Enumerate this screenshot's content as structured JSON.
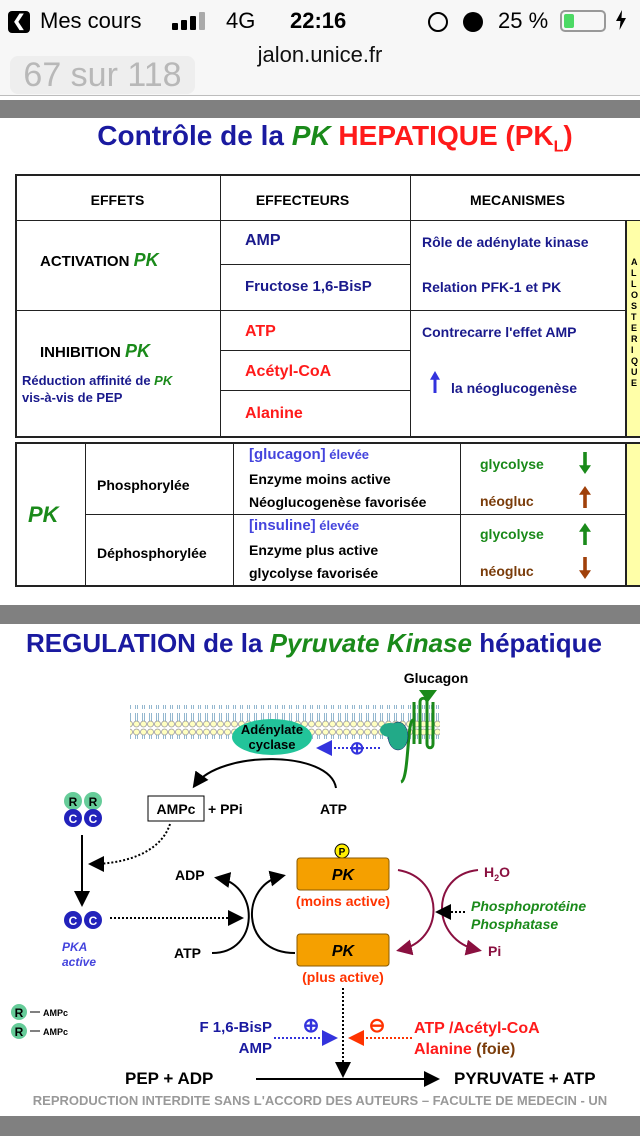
{
  "status_bar": {
    "back_label": "Mes cours",
    "network": "4G",
    "time": "22:16",
    "battery": "25 %",
    "battery_level": 0.25,
    "battery_color": "#4cd964"
  },
  "browser": {
    "url": "jalon.unice.fr"
  },
  "page_counter": "67 sur 118",
  "watermark": "REPRODUCTION INTERDITE SANS L'ACCORD DES AUTEURS – FACULTE DE MEDECIN - UN",
  "slide1": {
    "title": {
      "part1": "Contrôle de la ",
      "part2": "PK",
      "part3": " HEPATIQUE (PK",
      "sub": "L",
      "part4": ")"
    },
    "headers": [
      "EFFETS",
      "EFFECTEURS",
      "MECANISMES"
    ],
    "activation": {
      "label": "ACTIVATION ",
      "pk": "PK",
      "effectors": [
        "AMP",
        "Fructose 1,6-BisP"
      ],
      "mechanisms": [
        "Rôle de adénylate kinase",
        "Relation PFK-1 et PK"
      ]
    },
    "inhibition": {
      "label": "INHIBITION ",
      "pk": "PK",
      "note1": "Réduction affinité de ",
      "note_pk": "PK",
      "note2": "vis-à-vis de PEP",
      "effectors": [
        "ATP",
        "Acétyl-CoA",
        "Alanine"
      ],
      "mechanisms": [
        "Contrecarre  l'effet  AMP",
        "la néoglucogenèse"
      ]
    },
    "side_label": "ALLOSTERIQUE",
    "reg": {
      "pk": "PK",
      "rows": [
        {
          "state": "Phosphorylée",
          "hormone": "[glucagon]",
          "level": " élevée",
          "lines": [
            "Enzyme moins active",
            "Néoglucogenèse favorisée"
          ],
          "glycolyse": "glycolyse",
          "glyco_dir": "down",
          "neogluc": "néogluc",
          "neo_dir": "up"
        },
        {
          "state": "Déphosphorylée",
          "hormone": "[insuline]",
          "level": " élevée",
          "lines": [
            "Enzyme plus active",
            "glycolyse favorisée"
          ],
          "glycolyse": "glycolyse",
          "glyco_dir": "up",
          "neogluc": "néogluc",
          "neo_dir": "down"
        }
      ]
    }
  },
  "slide2": {
    "title": {
      "part1": "REGULATION de la ",
      "part2": "Pyruvate Kinase",
      "part3": " hépatique"
    },
    "glucagon": "Glucagon",
    "adenylate": [
      "Adénylate",
      "cyclase"
    ],
    "ampc": "AMPc",
    "ppi": "+  PPi",
    "atp_top": "ATP",
    "pka_r": "R",
    "pka_c": "C",
    "pka_active": [
      "PKA",
      "active"
    ],
    "r_ampc": "AMPc",
    "adp": "ADP",
    "atp_left": "ATP",
    "p": "P",
    "pk": "PK",
    "moins_active": "(moins active)",
    "plus_active": "(plus active)",
    "h2o": "H",
    "h2o_sub": "2",
    "h2o_o": "O",
    "phosphatase": [
      "Phosphoprotéine",
      "Phosphatase"
    ],
    "pi": "Pi",
    "activators": [
      "F 1,6-BisP",
      "AMP"
    ],
    "inhibitors": [
      "ATP /Acétyl-CoA",
      "Alanine"
    ],
    "foie": " (foie)",
    "plus": "⊕",
    "minus": "⊖",
    "reaction_left": "PEP  +  ADP",
    "reaction_right": "PYRUVATE  +  ATP"
  }
}
